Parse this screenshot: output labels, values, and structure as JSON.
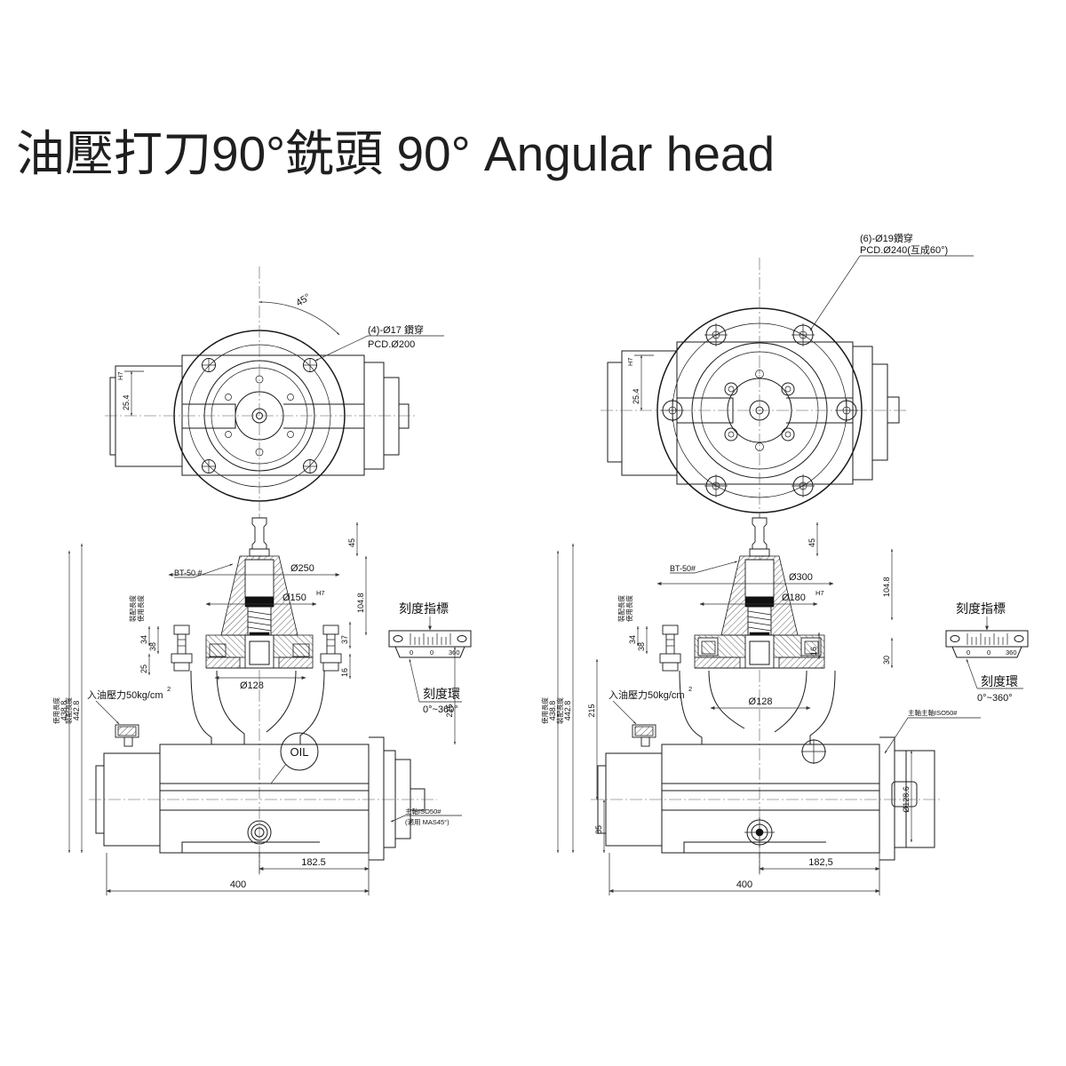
{
  "page": {
    "title": "油壓打刀90°銑頭 90° Angular head",
    "background_color": "#ffffff",
    "line_color": "#1a1a1a"
  },
  "drawing": {
    "type": "engineering-drawing",
    "description": "Two-variant orthographic drawing of a 90-degree angular milling head with hydraulic tool clamping",
    "views": [
      {
        "name": "left-top-view",
        "label": "Top view of variant A"
      },
      {
        "name": "right-top-view",
        "label": "Top view of variant B"
      },
      {
        "name": "left-front-view",
        "label": "Sectioned front elevation of variant A"
      },
      {
        "name": "right-front-view",
        "label": "Sectioned front elevation of variant B"
      }
    ]
  },
  "left_view": {
    "top": {
      "angle_note": "45°",
      "hole_note_line1": "(4)-Ø17  鑽穿",
      "hole_note_line2": "PCD.Ø200",
      "key_dim": "25.4",
      "key_dim_sup": "H7"
    },
    "front": {
      "overall_use_length": "438.8",
      "overall_use_label": "使用長度",
      "overall_assy_length": "442.8",
      "overall_assy_label": "裝配長度",
      "taper_label": "BT-50 #",
      "dia_flange": "Ø250",
      "dia_pilot": "Ø150",
      "dia_pilot_sup": "H7",
      "dia_bolt_circle": "Ø128",
      "dim_45": "45",
      "dim_104_8": "104.8",
      "dim_37": "37",
      "dim_16": "16",
      "dim_34": "34",
      "dim_38": "38",
      "dim_25": "25",
      "dim_215": "215",
      "dim_400": "400",
      "dim_182_5": "182.5",
      "oil_label": "OIL",
      "oil_pressure_note": "入油壓力50kg/cm",
      "oil_pressure_sup": "2",
      "scale_pointer": "刻度指標",
      "scale_ring": "刻度環",
      "scale_ring_range": "0°~360°",
      "spindle_note_line1": "主軸ISO50#",
      "spindle_note_line2": "(適用 MAS45°)"
    }
  },
  "right_view": {
    "top": {
      "hole_note_line1": "(6)-Ø19鑽穿",
      "hole_note_line2": "PCD.Ø240(互成60°)",
      "key_dim": "25.4",
      "key_dim_sup": "H7"
    },
    "front": {
      "overall_use_length": "438.8",
      "overall_use_label": "使用長度",
      "overall_assy_length": "442.8",
      "overall_assy_label": "裝配長度",
      "taper_label": "BT-50#",
      "dia_flange": "Ø300",
      "dia_pilot": "Ø180",
      "dia_pilot_sup": "H7",
      "dia_bolt_circle": "Ø128",
      "dia_spindle_nose": "Ø128.6",
      "dim_45": "45",
      "dim_104_8": "104.8",
      "dim_16": "16",
      "dim_30": "30",
      "dim_34": "34",
      "dim_38": "38",
      "dim_85": "85",
      "dim_215": "215",
      "dim_400": "400",
      "dim_182_5": "182,5",
      "oil_pressure_note": "入油壓力50kg/cm",
      "oil_pressure_sup": "2",
      "scale_pointer": "刻度指標",
      "scale_ring": "刻度環",
      "scale_ring_range": "0°~360°",
      "spindle_note": "主軸主軸ISO50#"
    }
  }
}
